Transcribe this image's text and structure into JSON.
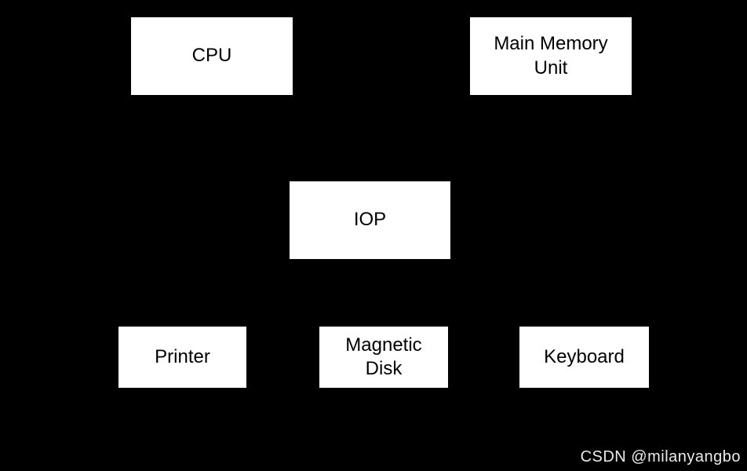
{
  "diagram": {
    "title": "computer-system-block-diagram",
    "background_color": "#000000",
    "box_fill_color": "#ffffff",
    "box_text_color": "#000000",
    "nodes": {
      "cpu": {
        "label": "CPU"
      },
      "main_memory": {
        "label": "Main Memory Unit"
      },
      "iop": {
        "label": "IOP"
      },
      "printer": {
        "label": "Printer"
      },
      "magnetic_disk": {
        "label": "Magnetic Disk"
      },
      "keyboard": {
        "label": "Keyboard"
      }
    }
  },
  "watermark": {
    "text": "CSDN @milanyangbo",
    "color": "#ebebeb"
  }
}
